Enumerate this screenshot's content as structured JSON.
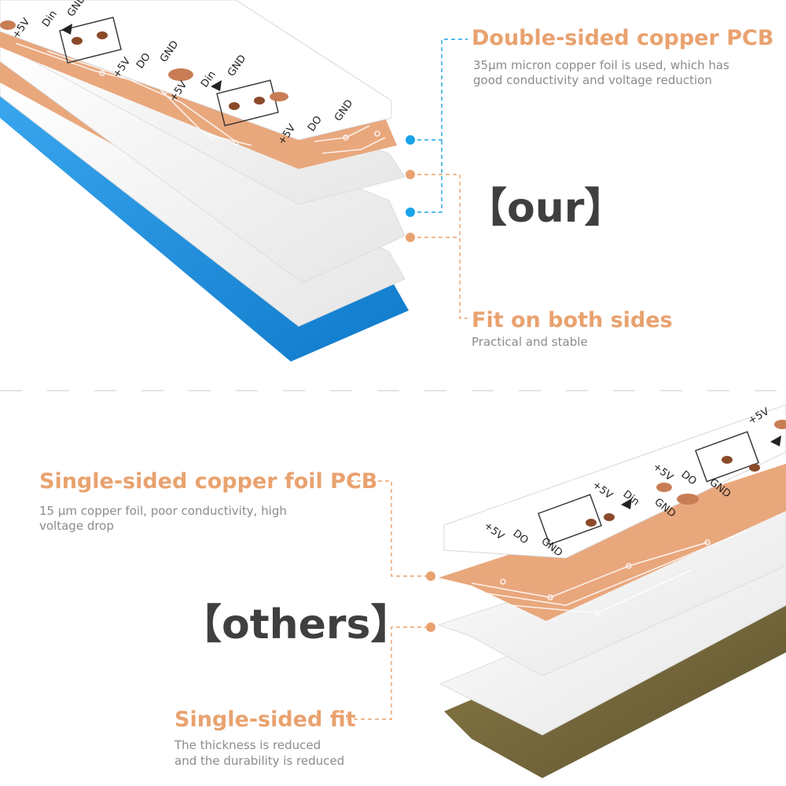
{
  "our": {
    "heading": "【our】",
    "callout_copper": {
      "title": "Double-sided copper PCB",
      "desc": "35μm micron copper foil is used, which has good conductivity and voltage reduction"
    },
    "callout_fit": {
      "title": "Fit on both sides",
      "desc": "Practical and stable"
    }
  },
  "others": {
    "heading": "【others】",
    "callout_copper": {
      "title": "Single-sided copper foil PCB",
      "desc": "15 μm copper foil, poor conductivity, high voltage drop"
    },
    "callout_fit": {
      "title": "Single-sided fit",
      "desc_line1": "The thickness is reduced",
      "desc_line2": "and the durability is reduced"
    }
  },
  "pcb_labels": {
    "plus5v": "+5V",
    "din": "Din",
    "do": "DO",
    "gnd": "GND"
  },
  "colors": {
    "accent": "#E9A26F",
    "copper": "#E9A77C",
    "blue_layer": "#1E8FE0",
    "olive_layer": "#7C6E3E",
    "dot_blue": "#1AA3E8",
    "dot_orange": "#E9A26F"
  }
}
